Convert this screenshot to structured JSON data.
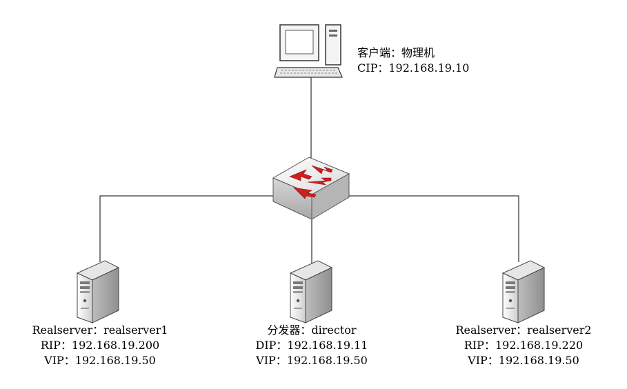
{
  "client": {
    "name": "客户端：物理机",
    "cip": "CIP：192.168.19.10",
    "icon": "desktop-computer-icon"
  },
  "switch": {
    "icon": "network-switch-icon",
    "arrow_color": "#cc1f1f"
  },
  "servers": [
    {
      "icon": "server-tower-icon",
      "title": "Realserver：realserver1",
      "ip": "RIP：192.168.19.200",
      "vip": "VIP：192.168.19.50"
    },
    {
      "icon": "server-tower-icon",
      "title": "分发器：director",
      "ip": "DIP：192.168.19.11",
      "vip": "VIP：192.168.19.50"
    },
    {
      "icon": "server-tower-icon",
      "title": "Realserver：realserver2",
      "ip": "RIP：192.168.19.220",
      "vip": "VIP：192.168.19.50"
    }
  ],
  "colors": {
    "line": "#000000",
    "device_fill": "#f2f2f2",
    "device_stroke": "#333333"
  }
}
